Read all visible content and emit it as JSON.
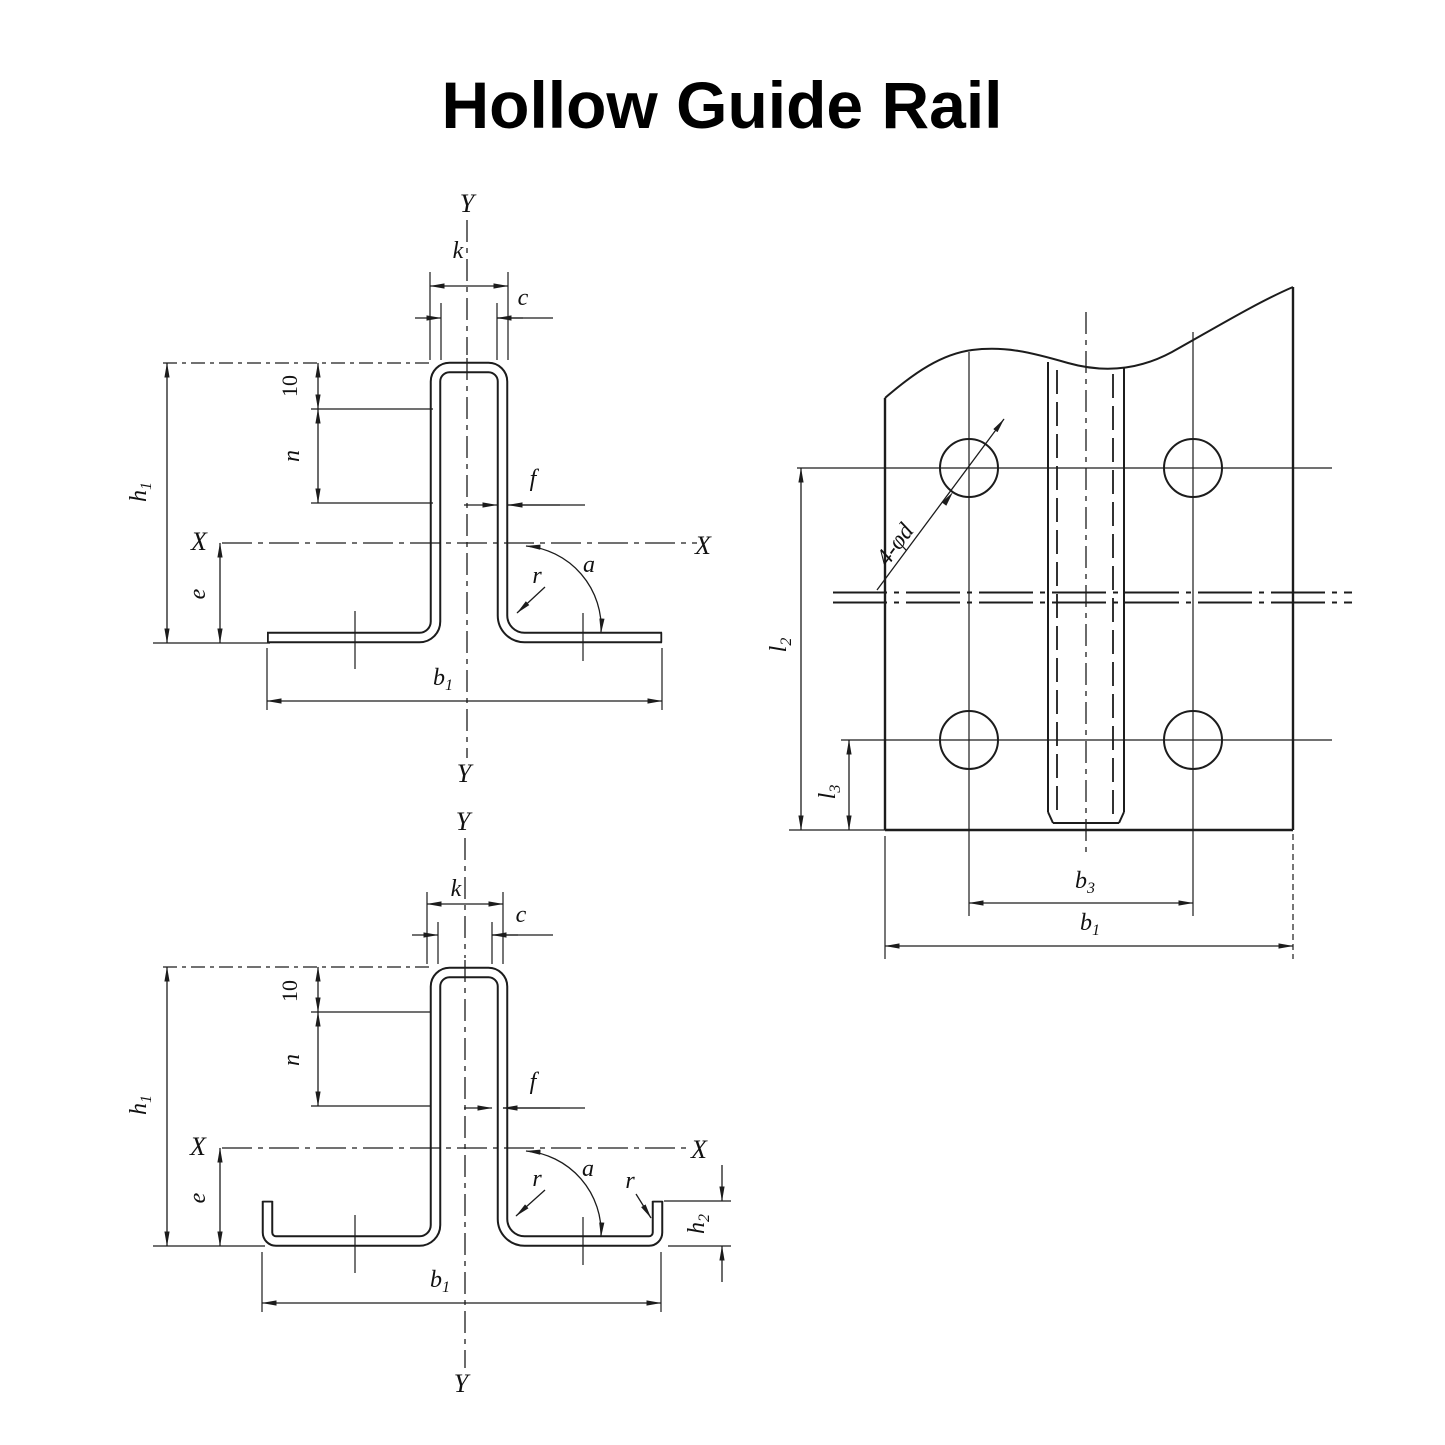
{
  "title": "Hollow Guide Rail",
  "ink_color": "#1c1c1c",
  "labels": {
    "axis_y": "Y",
    "axis_x": "X",
    "k": "k",
    "c": "c",
    "ten": "10",
    "n": "n",
    "f": "f",
    "angle": "a",
    "radius": "r",
    "e": "e",
    "h1": {
      "base": "h",
      "sub": "1"
    },
    "h2": {
      "base": "h",
      "sub": "2"
    },
    "b1": {
      "base": "b",
      "sub": "1"
    },
    "b3": {
      "base": "b",
      "sub": "3"
    },
    "l2": {
      "base": "l",
      "sub": "2"
    },
    "l3": {
      "base": "l",
      "sub": "3"
    },
    "holes_note": "4-φd"
  }
}
